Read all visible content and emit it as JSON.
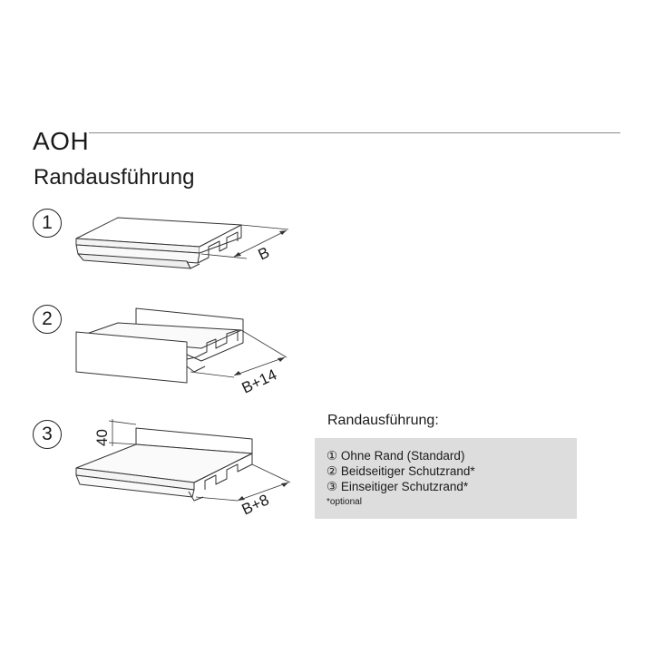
{
  "header": {
    "title": "AOH",
    "subtitle": "Randausführung"
  },
  "variants": [
    {
      "number": "1",
      "dimension_label": "B"
    },
    {
      "number": "2",
      "dimension_label": "B+14"
    },
    {
      "number": "3",
      "dimension_label": "B+8",
      "height_label": "40"
    }
  ],
  "legend": {
    "title": "Randausführung:",
    "items": [
      "① Ohne Rand (Standard)",
      "② Beidseitiger Schutzrand*",
      "③ Einseitiger Schutzrand*"
    ],
    "note": "*optional"
  }
}
